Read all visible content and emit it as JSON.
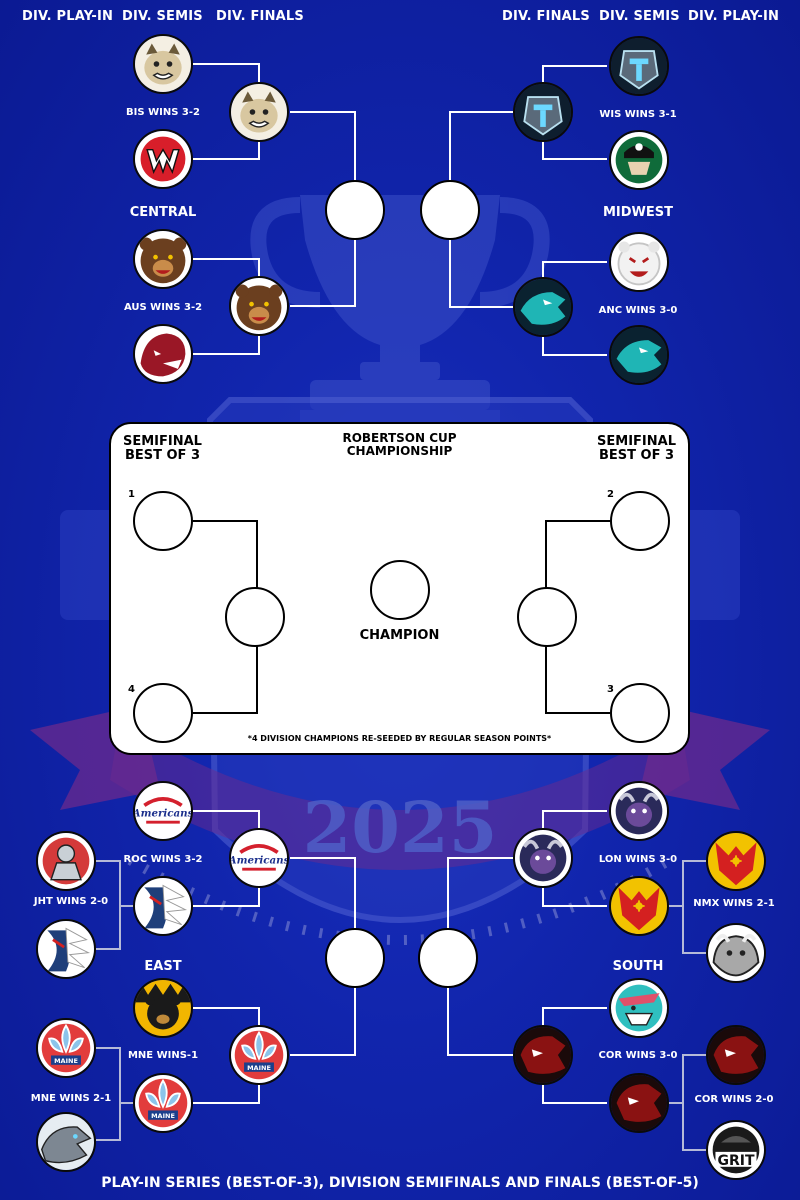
{
  "headers": {
    "left": [
      "DIV. PLAY-IN",
      "DIV. SEMIS",
      "DIV. FINALS"
    ],
    "right": [
      "DIV. FINALS",
      "DIV. SEMIS",
      "DIV. PLAY-IN"
    ]
  },
  "divisions": {
    "central": "CENTRAL",
    "midwest": "MIDWEST",
    "east": "EAST",
    "south": "SOUTH"
  },
  "series_results": {
    "bis": "BIS WINS 3-2",
    "aus": "AUS WINS 3-2",
    "wis": "WIS WINS 3-1",
    "anc": "ANC WINS 3-0",
    "roc": "ROC WINS 3-2",
    "jht": "JHT WINS 2-0",
    "mne_semis": "MNE WINS-1",
    "mne_playin": "MNE WINS 2-1",
    "lon": "LON WINS 3-0",
    "nmx": "NMX WINS 2-1",
    "cor_semis": "COR WINS 3-0",
    "cor_playin": "COR WINS 2-0"
  },
  "championship": {
    "title_line1": "ROBERTSON CUP",
    "title_line2": "CHAMPIONSHIP",
    "left_line1": "SEMIFINAL",
    "left_line2": "BEST OF 3",
    "right_line1": "SEMIFINAL",
    "right_line2": "BEST OF 3",
    "seeds": [
      "1",
      "4",
      "2",
      "3"
    ],
    "champion_label": "CHAMPION",
    "note": "*4 DIVISION CHAMPIONS RE-SEEDED BY REGULAR SEASON POINTS*"
  },
  "watermark_year": "2025",
  "logo_text": {
    "americans": "Americans",
    "maine": "MAINE",
    "grit": "GRIT"
  },
  "footer": "PLAY-IN SERIES (BEST-OF-3), DIVISION SEMIFINALS AND FINALS (BEST-OF-5)",
  "colors": {
    "background": "#1125ad",
    "line": "#ffffff",
    "playin_line": "#b5bad8"
  }
}
